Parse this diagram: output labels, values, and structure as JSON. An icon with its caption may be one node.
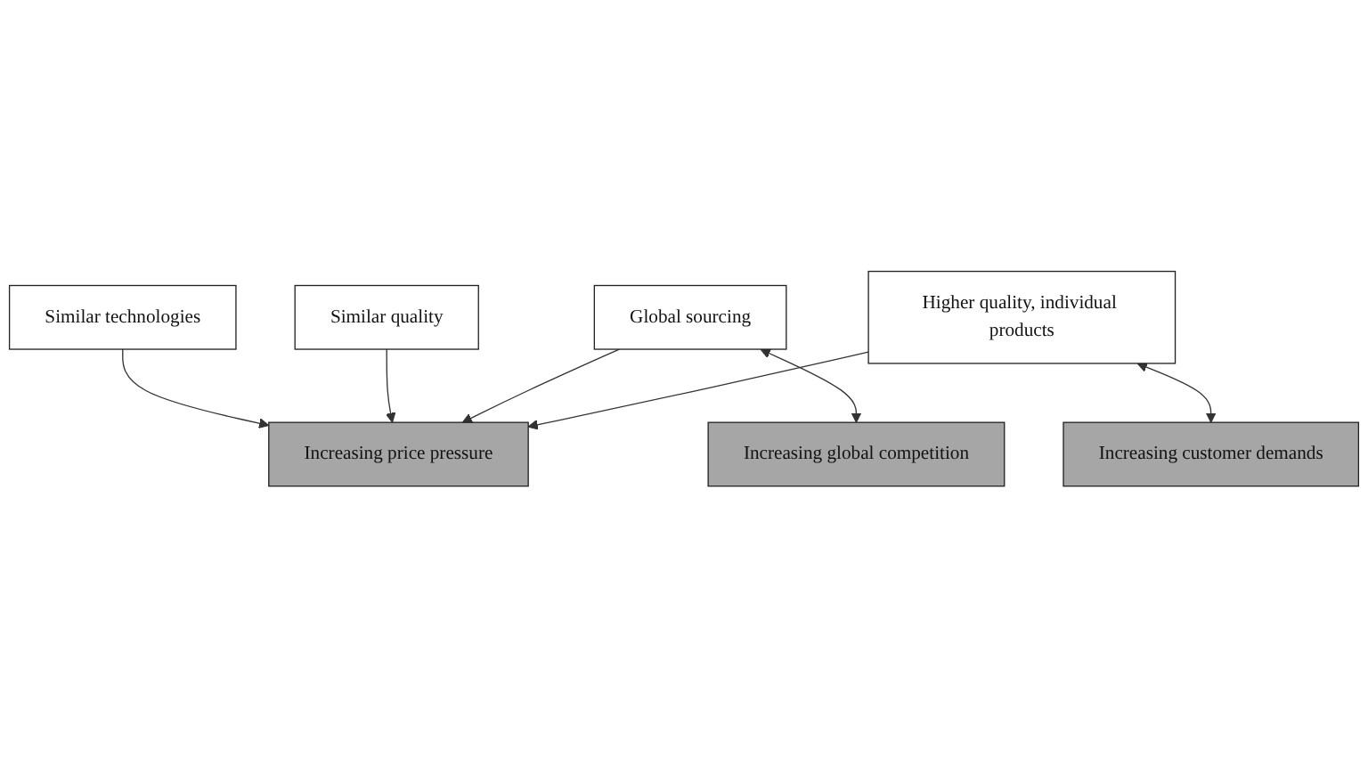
{
  "diagram": {
    "nodes": [
      {
        "text": [
          "Similar technologies"
        ]
      },
      {
        "text": [
          "Similar quality"
        ]
      },
      {
        "text": [
          "Increasing price pressure"
        ]
      },
      {
        "text": [
          "Global sourcing"
        ]
      },
      {
        "text": [
          "Higher quality, individual products"
        ]
      },
      {
        "text": [
          "Increasing global competition"
        ]
      },
      {
        "text": [
          "Increasing customer demands"
        ]
      }
    ],
    "edges": [
      {
        "from": 0,
        "to": 2,
        "arrow": "to"
      },
      {
        "from": 1,
        "to": 2,
        "arrow": "to"
      },
      {
        "from": 3,
        "to": 2,
        "arrow": "to"
      },
      {
        "from": 4,
        "to": 2,
        "arrow": "to"
      },
      {
        "from": 3,
        "to": 5,
        "arrow": "both"
      },
      {
        "from": 4,
        "to": 6,
        "arrow": "both"
      }
    ]
  }
}
